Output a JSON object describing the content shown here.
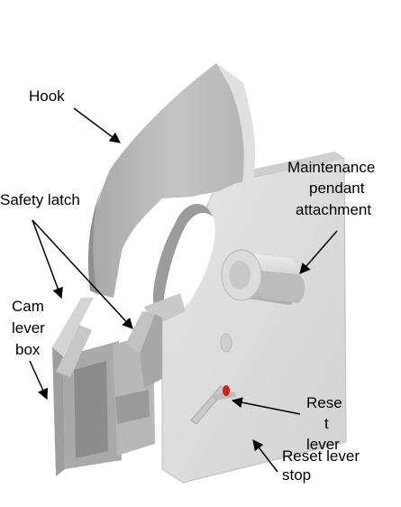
{
  "labels": {
    "hook": "Hook",
    "safety_latch": "Safety latch",
    "maintenance_line1": "Maintenance",
    "maintenance_line2": "pendant",
    "maintenance_line3": "attachment",
    "cam_line1": "Cam",
    "cam_line2": "lever",
    "cam_line3": "box",
    "reset_lever_line1": "Rese",
    "reset_lever_line2": "t",
    "reset_lever_line3": "lever",
    "reset_stop_line1": "Reset lever",
    "reset_stop_line2": "stop"
  },
  "colors": {
    "indicator": "#d81c1c"
  }
}
